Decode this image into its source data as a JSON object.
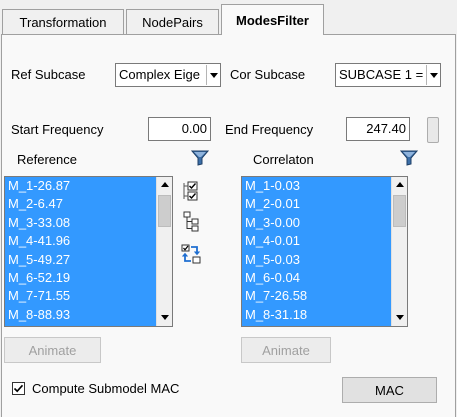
{
  "tabs": [
    {
      "label": "Transformation",
      "active": false
    },
    {
      "label": "NodePairs",
      "active": false
    },
    {
      "label": "ModesFilter",
      "active": true
    }
  ],
  "subcase": {
    "ref_label": "Ref Subcase",
    "ref_value": "Complex Eige",
    "cor_label": "Cor Subcase",
    "cor_value": "SUBCASE 1 ="
  },
  "frequency": {
    "start_label": "Start Frequency",
    "start_value": "0.00",
    "end_label": "End Frequency",
    "end_value": "247.40"
  },
  "reference": {
    "label": "Reference",
    "items": [
      "M_1-26.87",
      "M_2-6.47",
      "M_3-33.08",
      "M_4-41.96",
      "M_5-49.27",
      "M_6-52.19",
      "M_7-71.55",
      "M_8-88.93"
    ],
    "animate_label": "Animate"
  },
  "correlation": {
    "label": "Correlaton",
    "items": [
      "M_1-0.03",
      "M_2-0.01",
      "M_3-0.00",
      "M_4-0.01",
      "M_5-0.03",
      "M_6-0.04",
      "M_7-26.58",
      "M_8-31.18"
    ],
    "animate_label": "Animate"
  },
  "compute": {
    "label": "Compute Submodel MAC",
    "checked": true
  },
  "mac_label": "MAC",
  "colors": {
    "selection": "#3399ff",
    "filter_icon": "#3c6fa8"
  }
}
